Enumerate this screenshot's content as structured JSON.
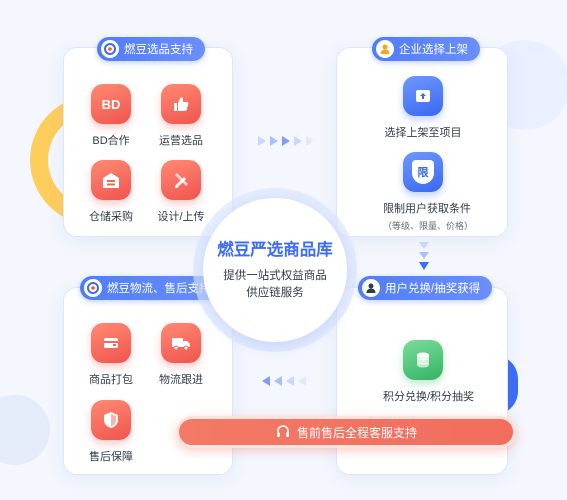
{
  "center": {
    "title": "燃豆严选商品库",
    "line1": "提供一站式权益商品",
    "line2": "供应链服务"
  },
  "top_left": {
    "header": "燃豆选品支持",
    "items": [
      {
        "label": "BD合作",
        "icon_text": "BD",
        "icon": "bd-badge-icon"
      },
      {
        "label": "运营选品",
        "icon": "thumbs-up-icon"
      },
      {
        "label": "仓储采购",
        "icon": "warehouse-icon"
      },
      {
        "label": "设计/上传",
        "icon": "design-tools-icon"
      }
    ]
  },
  "top_right": {
    "header": "企业选择上架",
    "items": [
      {
        "label": "选择上架至项目",
        "icon": "upload-box-icon"
      },
      {
        "label": "限制用户获取条件",
        "sub": "（等级、限量、价格）",
        "icon_text": "限",
        "icon": "restriction-shield-icon"
      }
    ]
  },
  "bottom_left": {
    "header": "燃豆物流、售后支持",
    "items": [
      {
        "label": "商品打包",
        "icon": "package-card-icon"
      },
      {
        "label": "物流跟进",
        "icon": "delivery-truck-icon"
      },
      {
        "label": "售后保障",
        "icon": "shield-icon"
      }
    ]
  },
  "bottom_right": {
    "header": "用户兑换/抽奖获得",
    "items": [
      {
        "label": "积分兑换/积分抽奖",
        "icon": "coin-stack-icon"
      }
    ]
  },
  "service_bar": {
    "label": "售前售后全程客服支持",
    "icon": "headset-icon"
  },
  "colors": {
    "primary_blue": "#3d6cf5",
    "accent_red": "#f0544e",
    "accent_green": "#33b463",
    "accent_yellow": "#ffc94a"
  }
}
